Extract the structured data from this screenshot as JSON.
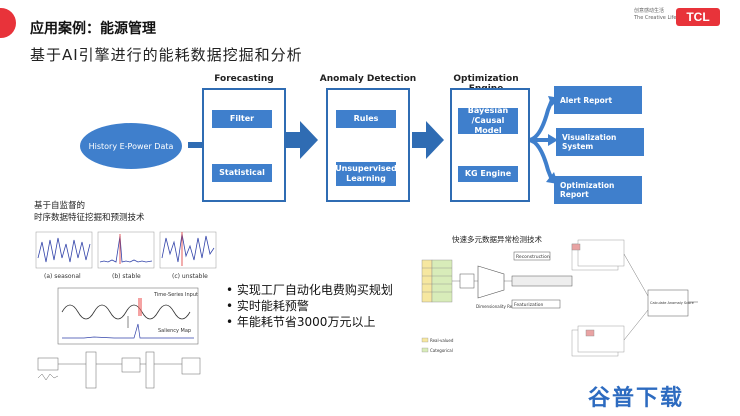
{
  "header": {
    "title": "应用案例：能源管理",
    "subtitle": "基于AI引擎进行的能耗数据挖掘和分析",
    "brand_tagline_1": "创意感动生活",
    "brand_tagline_2": "The Creative Life",
    "brand_logo": "TCL"
  },
  "colors": {
    "accent_red": "#e8333a",
    "panel_blue": "#3f7fcc",
    "border_blue": "#2f6cb3"
  },
  "pipeline": {
    "source": "History E-Power Data",
    "forecasting": {
      "title": "Forecasting",
      "items": [
        "Filter",
        "Statistical"
      ]
    },
    "anomaly": {
      "title": "Anomaly Detection",
      "items": [
        "Rules",
        "Unsupervised Learning"
      ]
    },
    "optimization": {
      "title": "Optimization Engine",
      "items": [
        "Bayesian /Causal Model",
        "KG Engine"
      ]
    },
    "outputs": [
      "Alert Report",
      "Visualization System",
      "Optimization Report"
    ]
  },
  "left_caption": {
    "line1": "基于自监督的",
    "line2": "时序数据特征挖掘和预测技术"
  },
  "left_figure": {
    "labels": [
      "(a) seasonal",
      "(b) stable",
      "(c) unstable"
    ],
    "ts_label": "Time-Series Input",
    "map_label": "Saliency Map"
  },
  "bullets": [
    "实现工厂自动化电费购买规划",
    "实时能耗预警",
    "年能耗节省3000万元以上"
  ],
  "right_figure": {
    "caption": "快速多元数据异常检测技术",
    "reconstruction": "Reconstruction",
    "dim_reduction": "Dimensionality Reduction",
    "featurization": "Featurization",
    "calc": "Calculate Anomaly Score",
    "legend": [
      "Real-valued",
      "Categorical"
    ]
  },
  "watermark": "谷普下载"
}
